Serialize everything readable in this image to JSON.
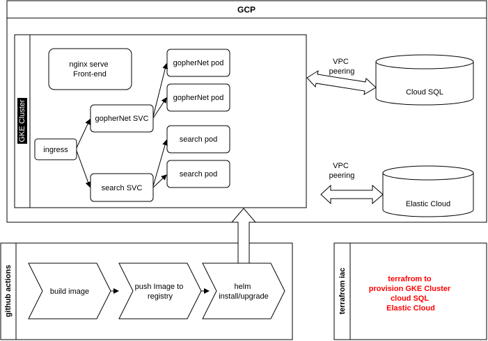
{
  "gcp": {
    "title": "GCP"
  },
  "gke": {
    "label": "GKE Cluster",
    "nginx": [
      "nginx serve",
      "Front-end"
    ],
    "ingress": "ingress",
    "gophernet_svc": "gopherNet SVC",
    "search_svc": "search SVC",
    "gophernet_pods": [
      "gopherNet pod",
      "gopherNet pod"
    ],
    "search_pods": [
      "search pod",
      "search pod"
    ]
  },
  "vpc_sql": [
    "VPC",
    "peering"
  ],
  "vpc_elastic": [
    "VPC",
    "peering"
  ],
  "cloud_sql": "Cloud SQL",
  "elastic_cloud": "Elastic Cloud",
  "github": {
    "label": "github actions",
    "steps": [
      [
        "build image"
      ],
      [
        "push Image to",
        "registry"
      ],
      [
        "helm",
        "install/upgrade"
      ]
    ]
  },
  "terraform": {
    "label": "terrafrom iac",
    "text": [
      "terrafrom to",
      "provision GKE Cluster",
      "cloud SQL",
      "Elastic Cloud"
    ],
    "text_color": "#ff0000"
  },
  "colors": {
    "stroke": "#000000",
    "fill": "#ffffff",
    "gke_label_bg": "#000000",
    "gke_label_text": "#ffffff"
  }
}
